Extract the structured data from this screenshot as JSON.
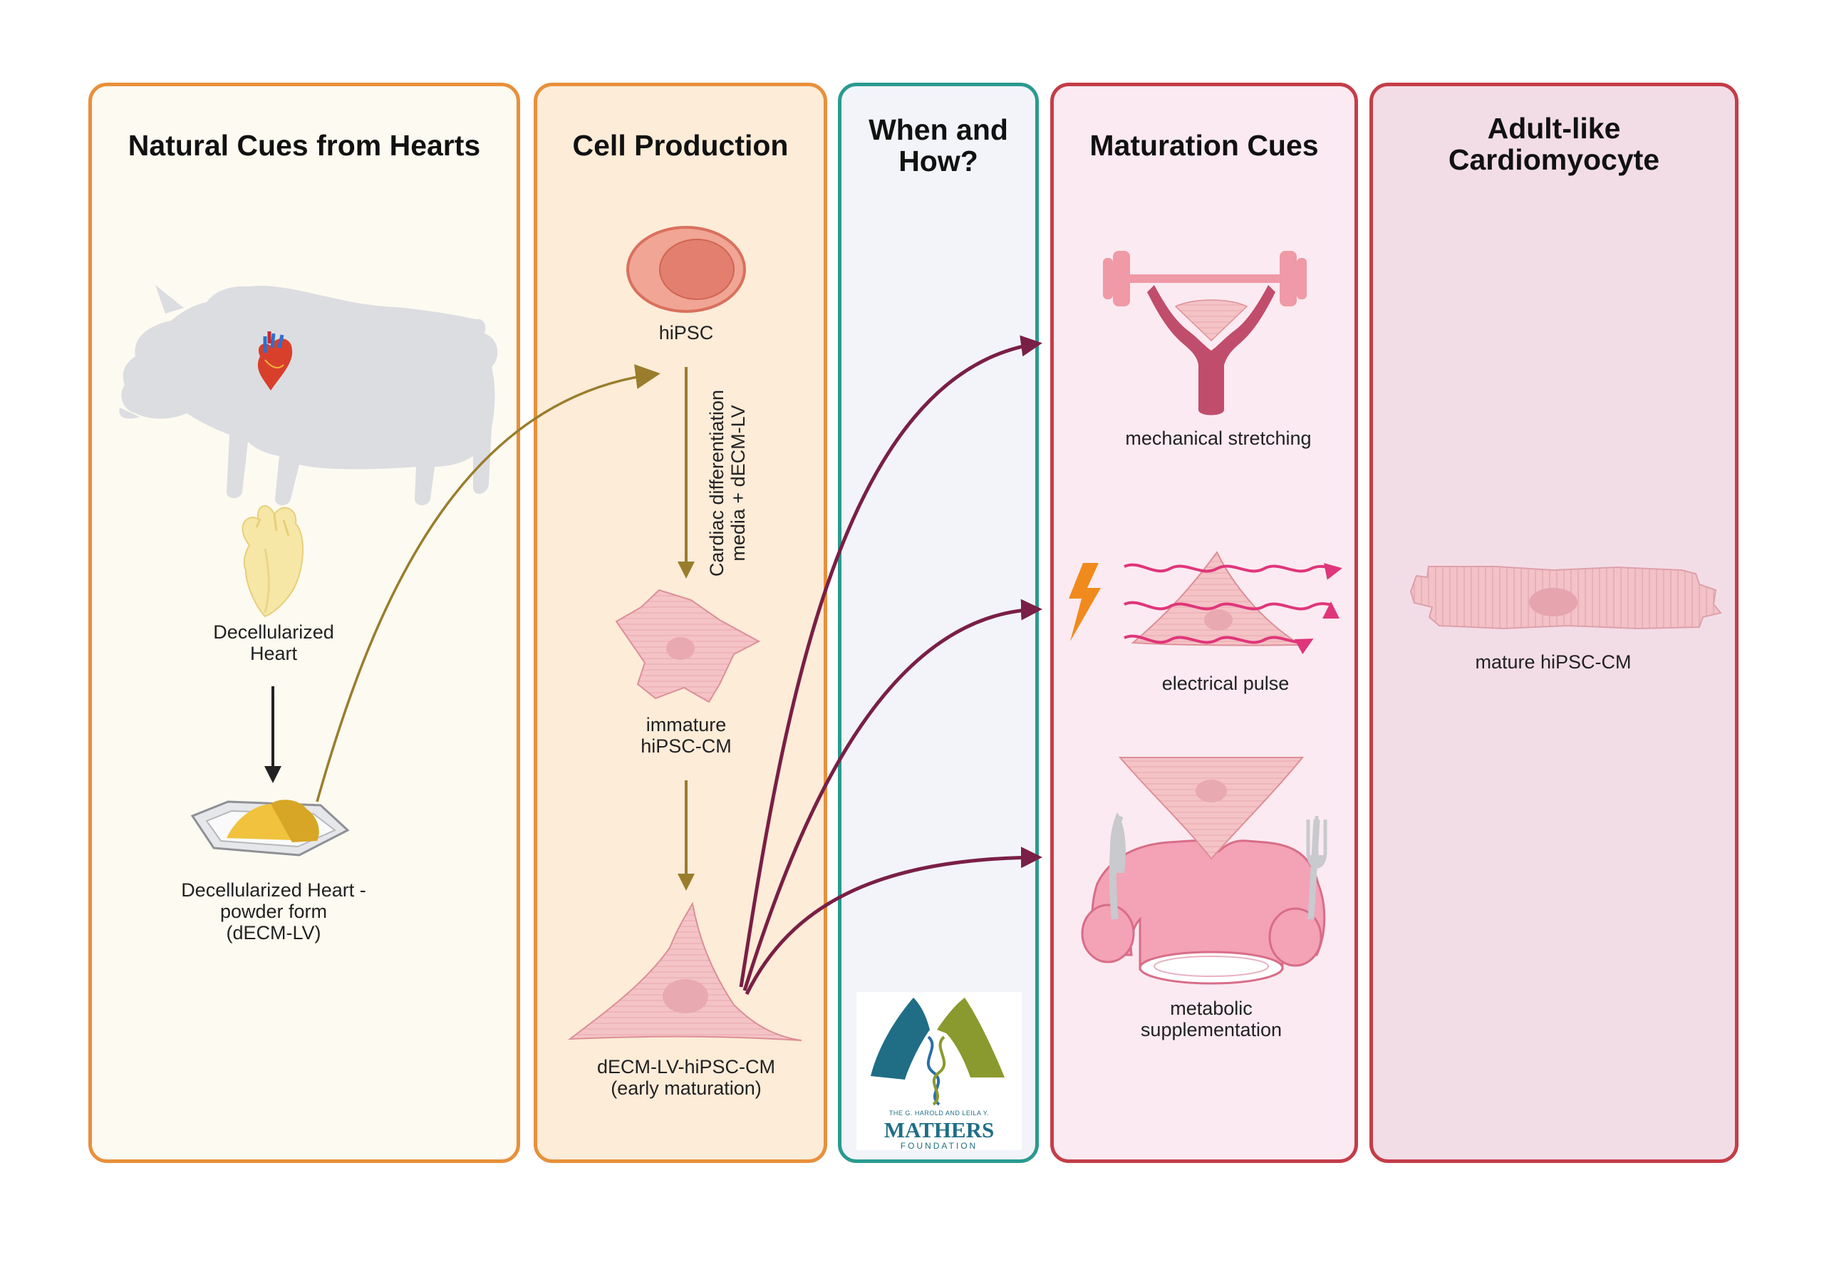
{
  "panels": [
    {
      "title": "Natural Cues from Hearts",
      "border": "#e8903a",
      "fill": "#fdfaf1"
    },
    {
      "title": "Cell Production",
      "border": "#e8903a",
      "fill": "#fcecd8"
    },
    {
      "title": "When and\nHow?",
      "border": "#2a9a90",
      "fill": "#f2f4fa"
    },
    {
      "title": "Maturation Cues",
      "border": "#c43d48",
      "fill": "#fbeaf1"
    },
    {
      "title": "Adult-like\nCardiomyocyte",
      "border": "#c43d48",
      "fill": "#f2dde7"
    }
  ],
  "labels": {
    "decell_heart": "Decellularized\nHeart",
    "powder": "Decellularized Heart -\npowder form\n(dECM-LV)",
    "hipsc": "hiPSC",
    "diff_media": "Cardiac differentiation\nmedia  + dECM-LV",
    "immature": "immature\nhiPSC-CM",
    "early": "dECM-LV-hiPSC-CM\n(early maturation)",
    "mech": "mechanical stretching",
    "elec": "electrical pulse",
    "meta": "metabolic\nsupplementation",
    "mature": "mature hiPSC-CM"
  },
  "logo": {
    "tagline": "THE G. HAROLD AND LEILA Y.",
    "name": "MATHERS",
    "sub": "FOUNDATION"
  },
  "colors": {
    "olive_arrow": "#9a7d2c",
    "maroon_arrow": "#7a1f45",
    "cell_pink": "#f4c3c6",
    "pig_gray": "#dcdde1",
    "dark_arrow": "#222222",
    "wave_magenta": "#e0357a",
    "bolt_orange": "#f18a1d"
  }
}
